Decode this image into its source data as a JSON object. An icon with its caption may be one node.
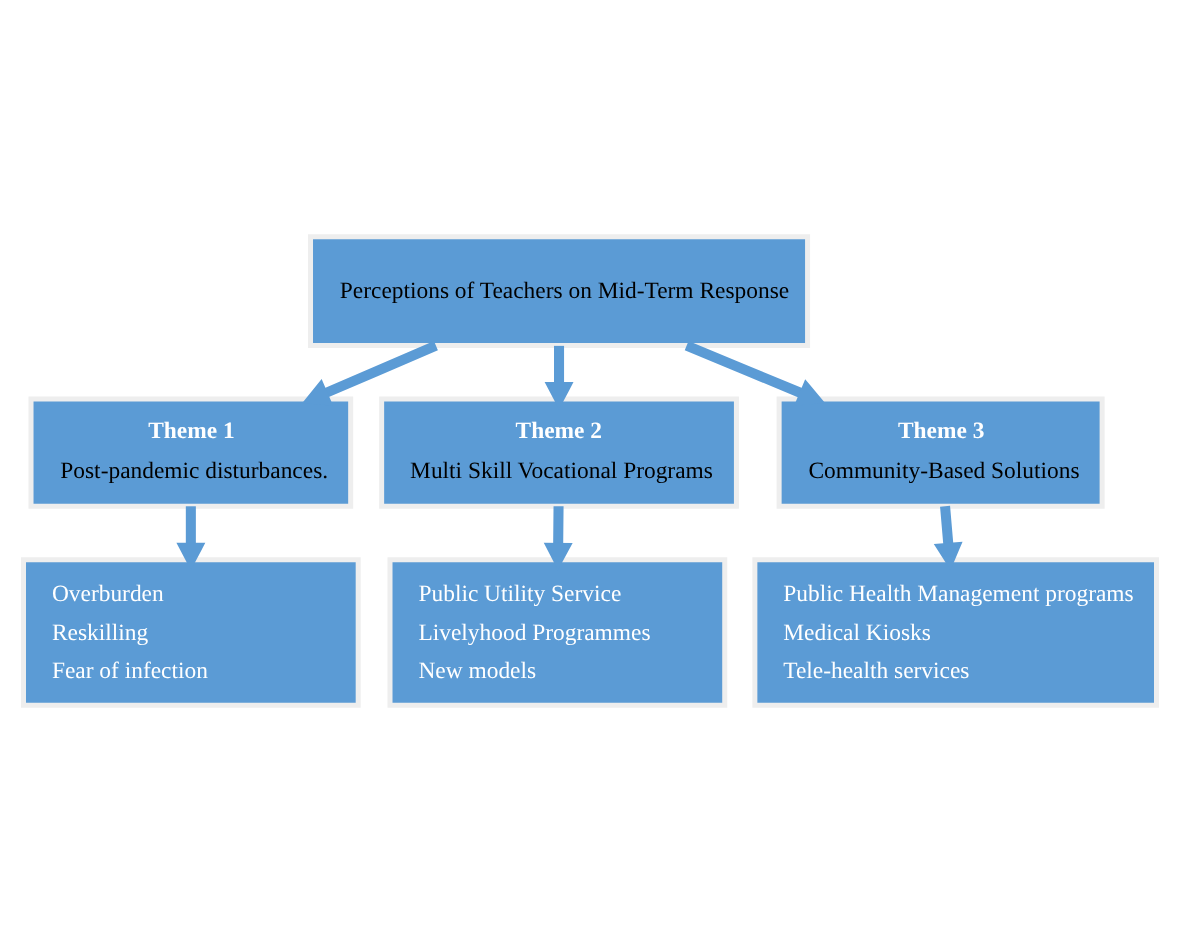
{
  "diagram": {
    "nodes": [
      {
        "text": [
          "Perceptions of Teachers on Mid-Term Response"
        ]
      },
      {
        "text": [
          "Theme 1",
          "Post-pandemic disturbances."
        ]
      },
      {
        "text": [
          "Theme 2",
          "Multi Skill Vocational Programs"
        ]
      },
      {
        "text": [
          "Theme 3",
          "Community-Based Solutions"
        ]
      },
      {
        "text": [
          "Overburden",
          "Reskilling",
          "Fear of infection"
        ]
      },
      {
        "text": [
          "Public Utility Service",
          "Livelyhood Programmes",
          "New models"
        ]
      },
      {
        "text": [
          "Public Health Management programs",
          "Medical Kiosks",
          "Tele-health services"
        ]
      }
    ],
    "edges": [
      {
        "from": 0,
        "to": 1,
        "arrow": "to"
      },
      {
        "from": 0,
        "to": 2,
        "arrow": "to"
      },
      {
        "from": 0,
        "to": 3,
        "arrow": "to"
      },
      {
        "from": 1,
        "to": 4,
        "arrow": "to"
      },
      {
        "from": 2,
        "to": 5,
        "arrow": "to"
      },
      {
        "from": 3,
        "to": 6,
        "arrow": "to"
      }
    ]
  }
}
